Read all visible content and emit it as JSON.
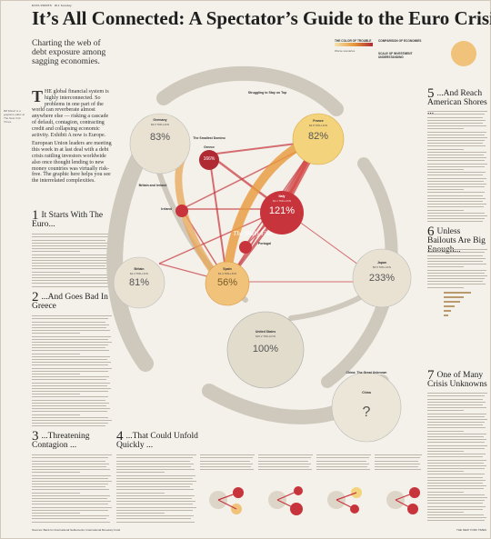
{
  "header": {
    "series_tag": "DATA POINTS",
    "section_tag": "W.1 Sunday",
    "title": "It’s All Connected: A Spectator’s Guide to the Euro Crisis",
    "subtitle": "Charting the web of debt exposure among sagging economies.",
    "credit": "Bill Marsh is a graphics editor at The New York Times."
  },
  "intro": {
    "dropcap": "T",
    "text": "HE global financial system is highly interconnected. So problems in one part of the world can reverberate almost anywhere else — risking a cascade of default, contagion, contracting credit and collapsing economic activity. Exhibit A now is Europe.",
    "text2": "European Union leaders are meeting this week in at last deal with a debt crisis rattling investors worldwide also once thought lending to new money countries was virtually risk-free. The graphic here helps you see the interrelated complexities."
  },
  "sections": [
    {
      "num": "1",
      "title": "It Starts With The Euro..."
    },
    {
      "num": "2",
      "title": "...And Goes Bad In Greece"
    },
    {
      "num": "3",
      "title": "...Threatening Contagion ..."
    },
    {
      "num": "4",
      "title": "...That Could Unfold Quickly ..."
    },
    {
      "num": "5",
      "title": "...And Reach American Shores ..."
    },
    {
      "num": "6",
      "title": "Unless Bailouts Are Big Enough..."
    },
    {
      "num": "7",
      "title": "One of Many Crisis Unknowns"
    }
  ],
  "legend": {
    "trouble_title": "THE COLOR OF TROUBLE",
    "trouble_note": "Worse scenarios",
    "comparison_title": "COMPARISON OF ECONOMIES",
    "scale_title": "SCALE OF INVESTMENT UNDERSTANDING"
  },
  "countries": [
    {
      "name": "Germany",
      "gdp": "$3.6 TRILLION",
      "pct": "83%",
      "color": "#e9e2d3"
    },
    {
      "name": "France",
      "gdp": "$2.8 TRILLION",
      "pct": "82%",
      "color": "#f3d37c"
    },
    {
      "name": "Spain",
      "gdp": "$1.4 TRILLION",
      "pct": "56%",
      "color": "#f0c27a"
    },
    {
      "name": "Italy",
      "gdp": "$2.1 TRILLION",
      "pct": "121%",
      "color": "#c8343c"
    },
    {
      "name": "Greece",
      "gdp": "$0.3 TRILLION",
      "pct": "166%",
      "color": "#b02a34"
    },
    {
      "name": "Portugal",
      "gdp": "",
      "pct": "",
      "color": "#c8343c"
    },
    {
      "name": "Ireland",
      "gdp": "",
      "pct": "",
      "color": "#c8343c"
    },
    {
      "name": "Britain",
      "gdp": "$2.4 TRILLION",
      "pct": "81%",
      "color": "#e9e2d3"
    },
    {
      "name": "Japan",
      "gdp": "$5.5 TRILLION",
      "pct": "233%",
      "color": "#e9e2d3"
    },
    {
      "name": "United States",
      "gdp": "$15.2 TRILLION",
      "pct": "100%",
      "color": "#e2dccd"
    },
    {
      "name": "China",
      "gdp": "",
      "pct": "?",
      "color": "#e9e2d3"
    }
  ],
  "center_label": "The Shaky Five",
  "callouts": {
    "sardine": "Struggling to Stay on Top",
    "uk": "Britain and Ireland",
    "china": "China: The Great Unknown",
    "smallest": "The Smallest Domino"
  },
  "footer": {
    "note": "Sources: Bank for International Settlements; International Monetary Fund",
    "copyright": "THE NEW YORK TIMES"
  }
}
